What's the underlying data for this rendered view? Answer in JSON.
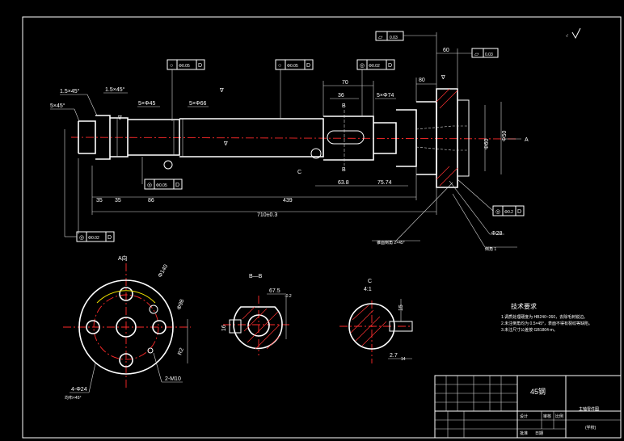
{
  "surface_sym": "√",
  "roughness_mark": "∇",
  "callouts": {
    "chamfer_a": "1.5×45°",
    "chamfer_b": "1.5×45°",
    "chamfer_c": "5×45°",
    "groove_a": "5×Φ45",
    "groove_b": "5×Φ66",
    "groove_c": "5×Φ74",
    "phi60": "Φ60"
  },
  "tolerance_frames": {
    "t1_sym": "○",
    "t1_val": "Φ0.05",
    "t1_ref": "D",
    "t2_sym": "○",
    "t2_val": "Φ0.05",
    "t2_ref": "D",
    "t3_sym": "◎",
    "t3_val": "Φ0.02",
    "t3_ref": "D",
    "t4_sym": "⏥",
    "t4_val": "0.03",
    "t5_sym": "⏥",
    "t5_val": "0.03",
    "t6_sym": "◎",
    "t6_val": "Φ0.05",
    "t6_ref": "D",
    "t7_sym": "◎",
    "t7_val": "Φ0.2",
    "t7_ref": "D",
    "t8_sym": "◎",
    "t8_val": "Φ0.02",
    "t8_ref": "D"
  },
  "dims": {
    "d35a": "35",
    "d35b": "35",
    "d86": "86",
    "d439": "439",
    "total": "710±0.3",
    "d70": "70",
    "d36": "36",
    "d80": "80",
    "d60": "60",
    "d63": "63.8",
    "d75": "75.74",
    "phi50": "Φ50",
    "phi28": "Φ28",
    "sec_len": "67.5",
    "sec_tol": "-0.2",
    "sec_w": "16",
    "c_d1": "15",
    "c_d2": "2.7",
    "c_d3": "14"
  },
  "labels": {
    "A": "A",
    "Aview": "A向",
    "BB": "B—B",
    "C": "C",
    "Cscale": "4:1",
    "B1": "B",
    "B2": "B",
    "holes": "4-Φ24",
    "screw": "2-M10",
    "eq": "均布×45°",
    "r1": "Φ140",
    "r2": "Φ98",
    "r3": "R2",
    "note_leader1": "锥面倒角 2×45°",
    "note_leader2": "倒角 1"
  },
  "tech": {
    "title": "技术要求",
    "lines": [
      "1.调质处理硬度为 HB240~260，去除毛刺锐边。",
      "2.未注倒角均为 0.5×45°，表面不得有裂纹等缺陷。",
      "3.未注尺寸公差按 GB1804-m。"
    ]
  },
  "titleblock": {
    "material": "45钢",
    "part_name": "主轴零件图",
    "design": "设计",
    "check": "审核",
    "scale": "比例",
    "approve": "批准",
    "date": "日期",
    "school": "(学校)"
  }
}
